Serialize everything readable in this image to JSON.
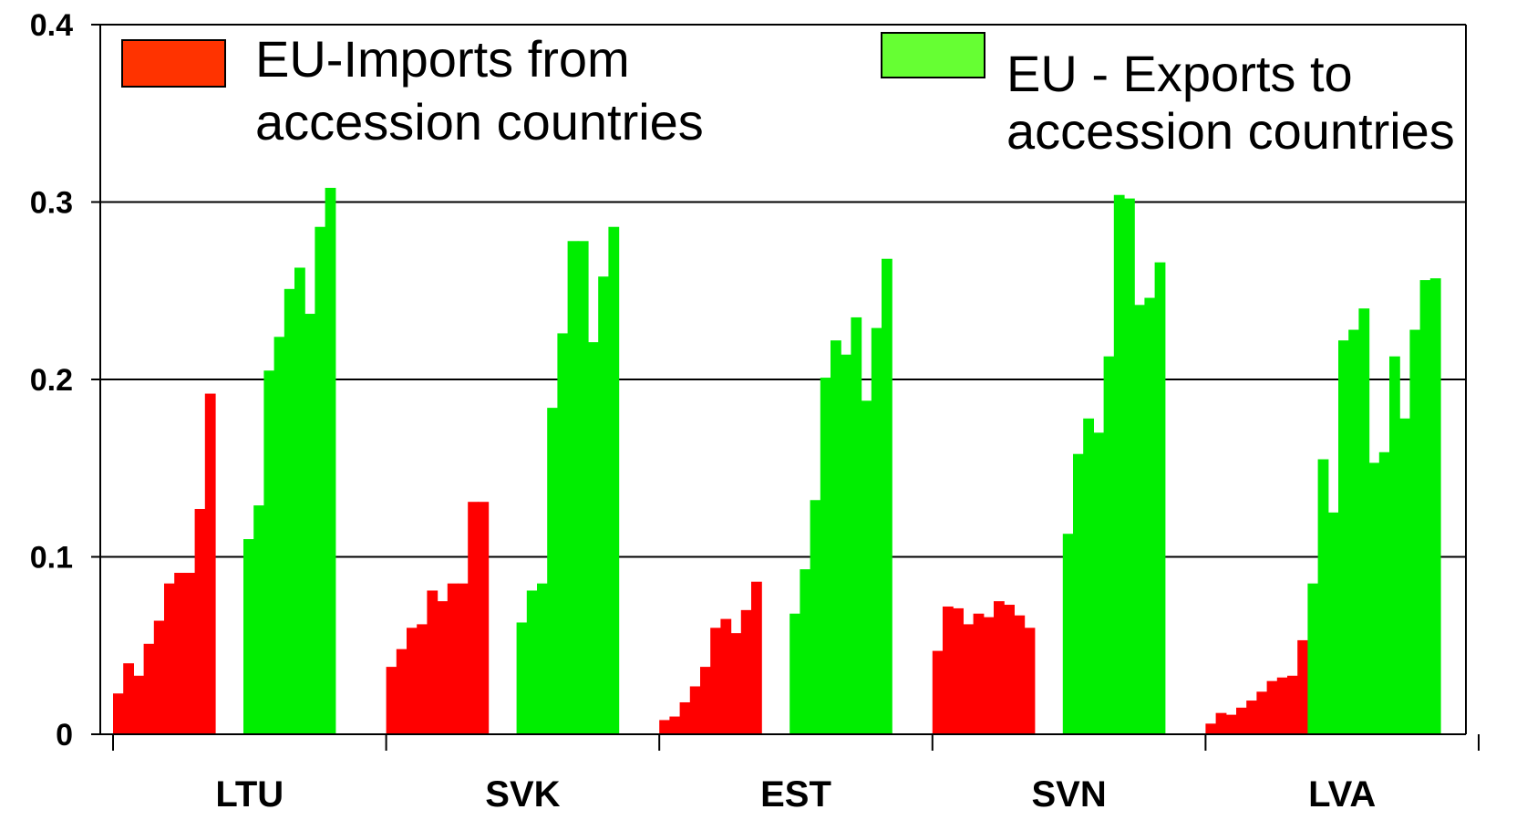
{
  "chart_data": {
    "type": "bar",
    "title": "",
    "xlabel": "",
    "ylabel": "",
    "ylim": [
      0,
      0.4
    ],
    "yticks": [
      "0",
      "0.1",
      "0.2",
      "0.3",
      "0.4"
    ],
    "grid": true,
    "legend_position": "top",
    "categories": [
      "LTU",
      "SVK",
      "EST",
      "SVN",
      "LVA"
    ],
    "series": [
      {
        "name": "EU-Imports from accession countries",
        "legend_lines": [
          "EU-Imports from",
          "accession countries"
        ],
        "color": "#ff0000",
        "legend_color": "#ff3300",
        "values": [
          [
            0.023,
            0.04,
            0.033,
            0.051,
            0.064,
            0.085,
            0.091,
            0.091,
            0.127,
            0.192
          ],
          [
            0.038,
            0.048,
            0.06,
            0.062,
            0.081,
            0.075,
            0.085,
            0.085,
            0.131,
            0.131
          ],
          [
            0.008,
            0.01,
            0.018,
            0.027,
            0.038,
            0.06,
            0.065,
            0.057,
            0.07,
            0.086
          ],
          [
            0.047,
            0.072,
            0.071,
            0.062,
            0.068,
            0.066,
            0.075,
            0.073,
            0.067,
            0.06
          ],
          [
            0.006,
            0.012,
            0.011,
            0.015,
            0.019,
            0.024,
            0.03,
            0.032,
            0.033,
            0.053
          ]
        ]
      },
      {
        "name": "EU - Exports to accession countries",
        "legend_lines": [
          "EU - Exports to",
          "accession countries"
        ],
        "color": "#00ee00",
        "legend_color": "#66ff33",
        "values": [
          [
            0.11,
            0.129,
            0.205,
            0.224,
            0.251,
            0.263,
            0.237,
            0.286,
            0.308
          ],
          [
            0.063,
            0.081,
            0.085,
            0.184,
            0.226,
            0.278,
            0.278,
            0.221,
            0.258,
            0.286
          ],
          [
            0.068,
            0.093,
            0.132,
            0.201,
            0.222,
            0.214,
            0.235,
            0.188,
            0.229,
            0.268
          ],
          [
            0.113,
            0.158,
            0.178,
            0.17,
            0.213,
            0.304,
            0.302,
            0.242,
            0.246,
            0.266
          ],
          [
            0.085,
            0.155,
            0.125,
            0.222,
            0.228,
            0.24,
            0.153,
            0.159,
            0.213,
            0.178,
            0.228,
            0.256,
            0.257
          ]
        ]
      }
    ]
  }
}
